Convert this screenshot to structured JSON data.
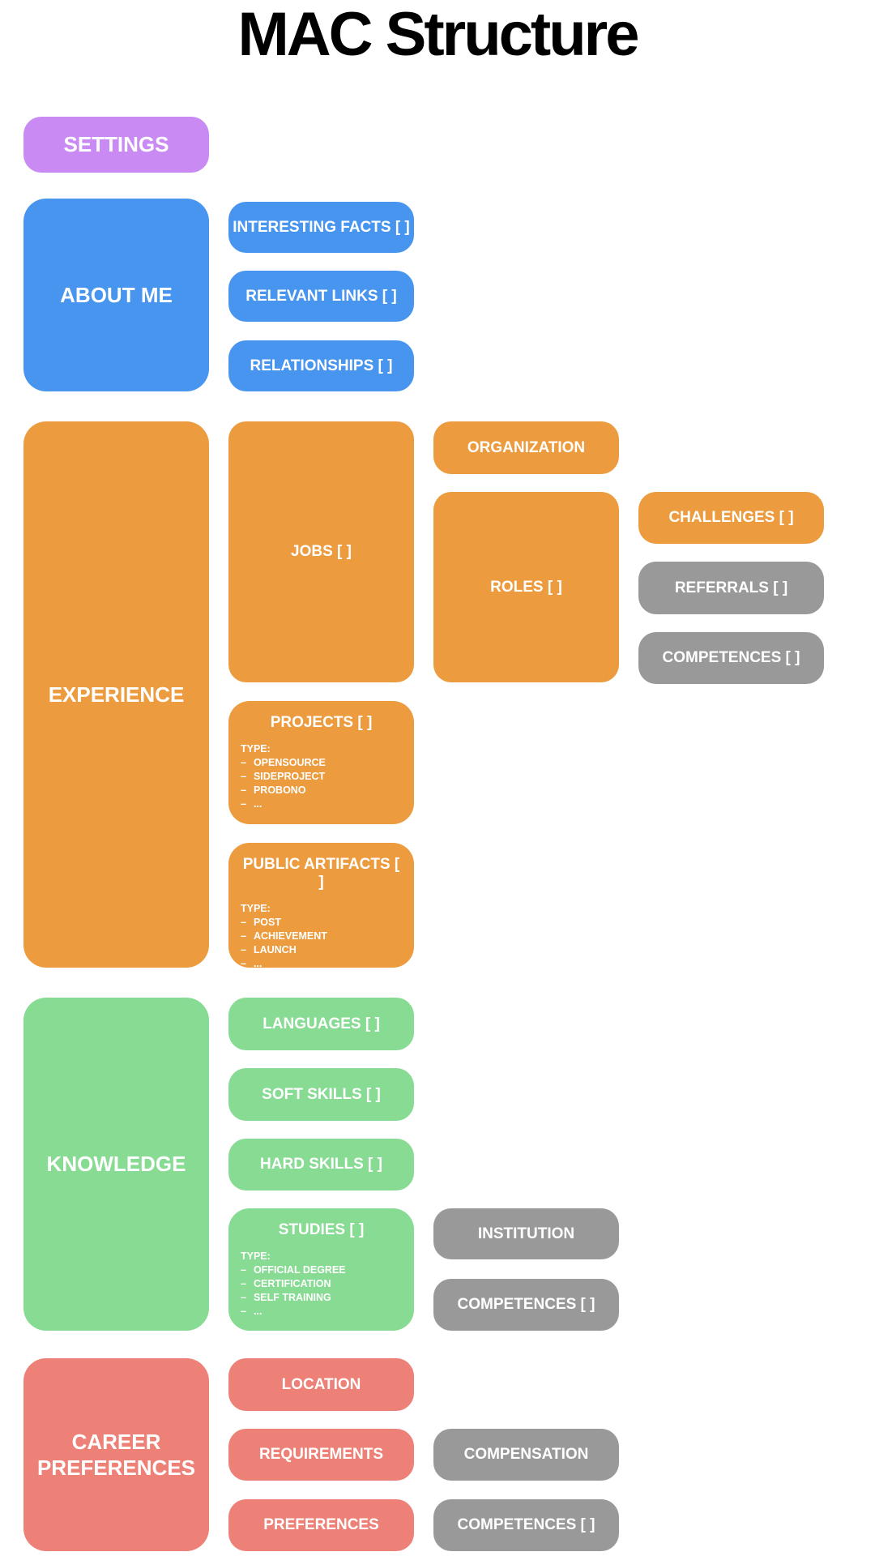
{
  "page": {
    "title": "MAC Structure"
  },
  "palette": {
    "purple": "#C98BF3",
    "blue": "#4795EE",
    "orange": "#EC9B3E",
    "green": "#87DB93",
    "salmon": "#ED8077",
    "gray": "#999999",
    "text": "#FFFFFF",
    "background": "#FFFFFF",
    "title_color": "#000000"
  },
  "settings": {
    "label": "SETTINGS"
  },
  "about_me": {
    "label": "ABOUT ME",
    "interesting_facts": {
      "label": "INTERESTING FACTS [ ]"
    },
    "relevant_links": {
      "label": "RELEVANT LINKS [ ]"
    },
    "relationships": {
      "label": "RELATIONSHIPS [ ]"
    }
  },
  "experience": {
    "label": "EXPERIENCE",
    "jobs": {
      "label": "JOBS [ ]"
    },
    "projects": {
      "label": "PROJECTS [ ]",
      "type_heading": "TYPE:",
      "types": [
        "OPENSOURCE",
        "SIDEPROJECT",
        "PROBONO",
        "..."
      ]
    },
    "public_artifacts": {
      "label": "PUBLIC ARTIFACTS [ ]",
      "type_heading": "TYPE:",
      "types": [
        "POST",
        "ACHIEVEMENT",
        "LAUNCH",
        "..."
      ]
    },
    "organization": {
      "label": "ORGANIZATION"
    },
    "roles": {
      "label": "ROLES [ ]"
    },
    "challenges": {
      "label": "CHALLENGES [ ]"
    },
    "referrals": {
      "label": "REFERRALS [ ]"
    },
    "competences": {
      "label": "COMPETENCES [ ]"
    }
  },
  "knowledge": {
    "label": "KNOWLEDGE",
    "languages": {
      "label": "LANGUAGES [ ]"
    },
    "soft_skills": {
      "label": "SOFT SKILLS [ ]"
    },
    "hard_skills": {
      "label": "HARD SKILLS [ ]"
    },
    "studies": {
      "label": "STUDIES [ ]",
      "type_heading": "TYPE:",
      "types": [
        "OFFICIAL DEGREE",
        "CERTIFICATION",
        "SELF TRAINING",
        "..."
      ]
    },
    "institution": {
      "label": "INSTITUTION"
    },
    "competences": {
      "label": "COMPETENCES [ ]"
    }
  },
  "career_preferences": {
    "label": "CAREER PREFERENCES",
    "location": {
      "label": "LOCATION"
    },
    "requirements": {
      "label": "REQUIREMENTS"
    },
    "preferences": {
      "label": "PREFERENCES"
    },
    "compensation": {
      "label": "COMPENSATION"
    },
    "competences": {
      "label": "COMPETENCES [ ]"
    }
  }
}
